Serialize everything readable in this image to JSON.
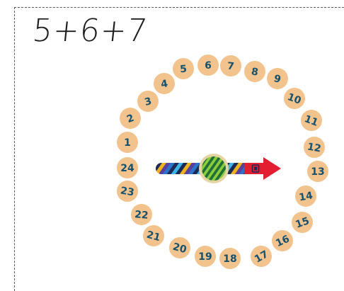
{
  "problem": "5+6+7",
  "clock": {
    "numbers": [
      "1",
      "2",
      "3",
      "4",
      "5",
      "6",
      "7",
      "8",
      "9",
      "10",
      "11",
      "12",
      "13",
      "14",
      "15",
      "16",
      "17",
      "18",
      "19",
      "20",
      "21",
      "22",
      "23",
      "24"
    ],
    "pointer_value": "13"
  },
  "colors": {
    "disc": "#f2c38c",
    "number": "#16516e",
    "arrow_head": "#e31e32",
    "hub": "#6cb43c"
  },
  "icons": {
    "pointer": "arrow-pointer-icon"
  }
}
